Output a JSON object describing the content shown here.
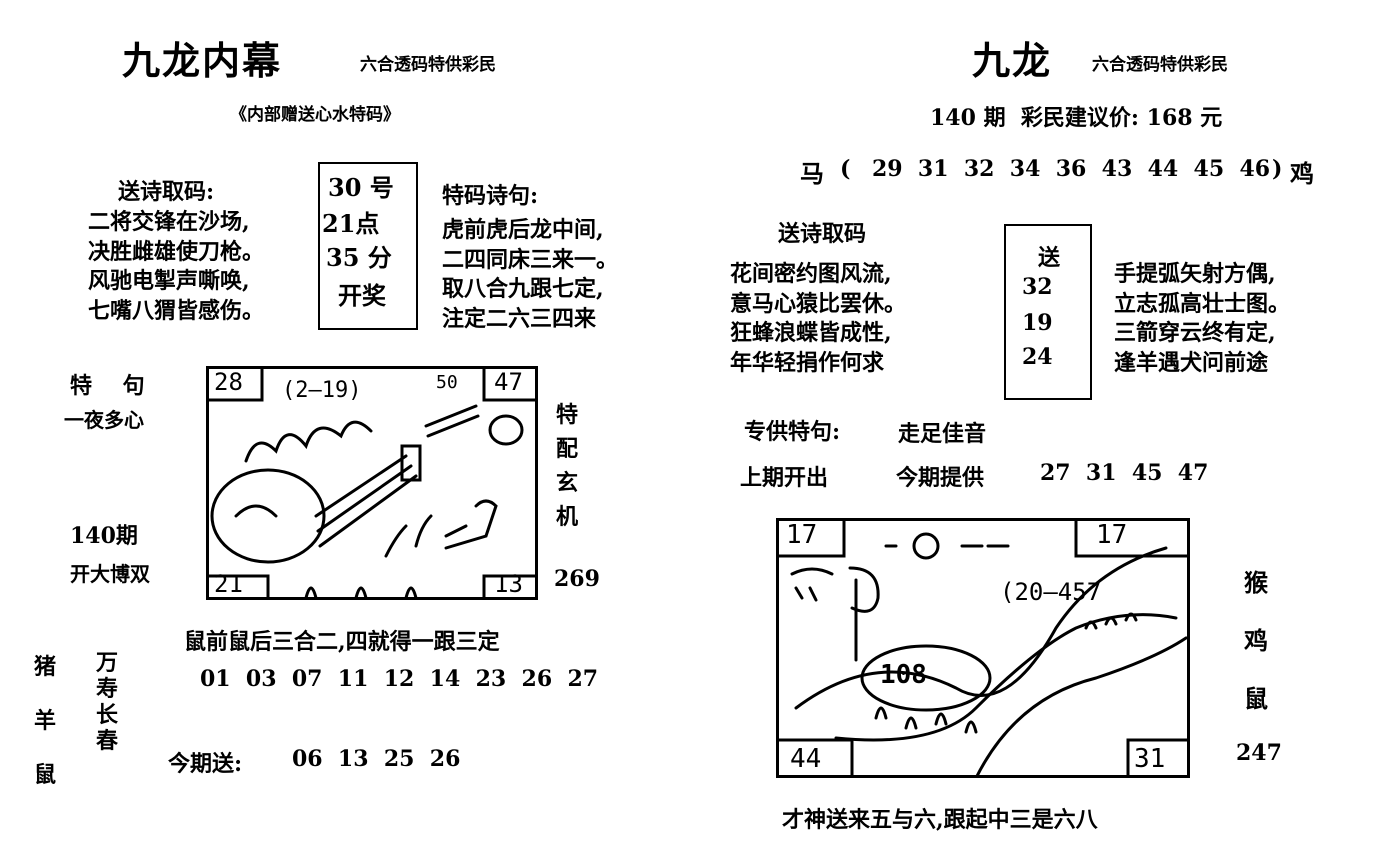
{
  "left": {
    "title": "九龙内幕",
    "subtitle": "六合透码特供彩民",
    "gift_line": "《内部赠送心水特码》",
    "poem_label": "送诗取码:",
    "poem_lines": [
      "二将交锋在沙场,",
      "决胜雌雄使刀枪。",
      "风驰电掣声嘶唤,",
      "七嘴八猬皆感伤。"
    ],
    "time_box": [
      "30 号",
      "21点",
      "35 分",
      "开奖"
    ],
    "tema_label": "特码诗句:",
    "tema_lines": [
      "虎前虎后龙中间,",
      "二四同床三来一。",
      "取八合九跟七定,",
      "注定二六三四来"
    ],
    "te_ju_label": "特    句",
    "te_ju_text": "一夜多心",
    "issue": "140期",
    "issue_note": "开大博双",
    "side_vertical": [
      "特",
      "配",
      "玄",
      "机"
    ],
    "side_number": "269",
    "pic_corners": {
      "tl": "28",
      "tr": "47",
      "bl": "21",
      "br": "13"
    },
    "pic_handwriting": "(2—19)",
    "pic_handwriting2": "50",
    "rat_line": "鼠前鼠后三合二,四就得一跟三定",
    "numbers": "01  03  07  11  12  14  23  26  27",
    "animals_vertical": [
      "猪",
      "羊",
      "鼠"
    ],
    "longevity": [
      "万",
      "寿",
      "长",
      "春"
    ],
    "send_label": "今期送:",
    "send_numbers": "06  13  25  26"
  },
  "right": {
    "title": "九龙",
    "subtitle": "六合透码特供彩民",
    "issue_line": "140 期  彩民建议价: 168 元",
    "horse": "马",
    "paren_open": "(",
    "horse_numbers": "29  31  32  34  36  43  44  45  46",
    "paren_close": ")",
    "rooster": "鸡",
    "poem_label": "送诗取码",
    "poem_left": [
      "花间密约图风流,",
      "意马心猿比罢休。",
      "狂蜂浪蝶皆成性,",
      "年华轻捐作何求"
    ],
    "send_box": [
      "送",
      "32",
      "19",
      "24"
    ],
    "poem_right": [
      "手提弧矢射方偶,",
      "立志孤高壮士图。",
      "三箭穿云终有定,",
      "逢羊遇犬问前途"
    ],
    "special_label": "专供特句:",
    "special_text": "走足佳音",
    "last_label": "上期开出",
    "this_label": "今期提供",
    "this_numbers": "27  31  45  47",
    "side_vertical": [
      "猴",
      "鸡",
      "鼠"
    ],
    "side_number": "247",
    "pic_corners": {
      "tl": "17",
      "tr": "17",
      "bl": "44",
      "br": "31"
    },
    "pic_handwriting": "(20—457",
    "pic_tag": "108",
    "bottom_line": "才神送来五与六,跟起中三是六八"
  }
}
